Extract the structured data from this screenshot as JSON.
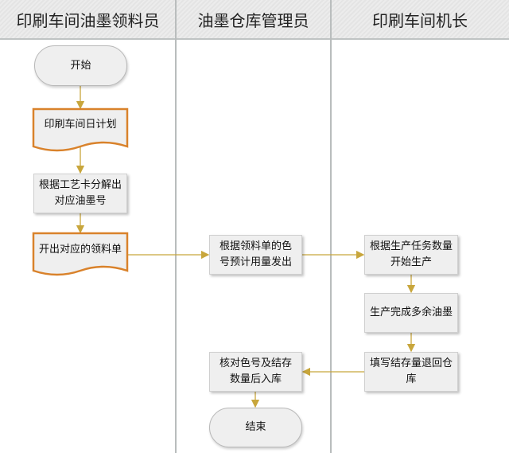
{
  "lanes": [
    "印刷车间油墨领料员",
    "油墨仓库管理员",
    "印刷车间机长"
  ],
  "nodes": {
    "start": "开始",
    "daily_plan": "印刷车间日计划",
    "decompose": "根据工艺卡分解出对应油墨号",
    "issue_slip": "开出对应的领料单",
    "dispatch": "根据领料单的色号预计用量发出",
    "start_production": "根据生产任务数量开始生产",
    "surplus_ink": "生产完成多余油墨",
    "return": "填写结存量退回仓库",
    "store": "核对色号及结存数量后入库",
    "end": "结束"
  },
  "colors": {
    "arrow": "#c8a63c",
    "doc_border": "#d9822b",
    "fill": "#efefef"
  }
}
